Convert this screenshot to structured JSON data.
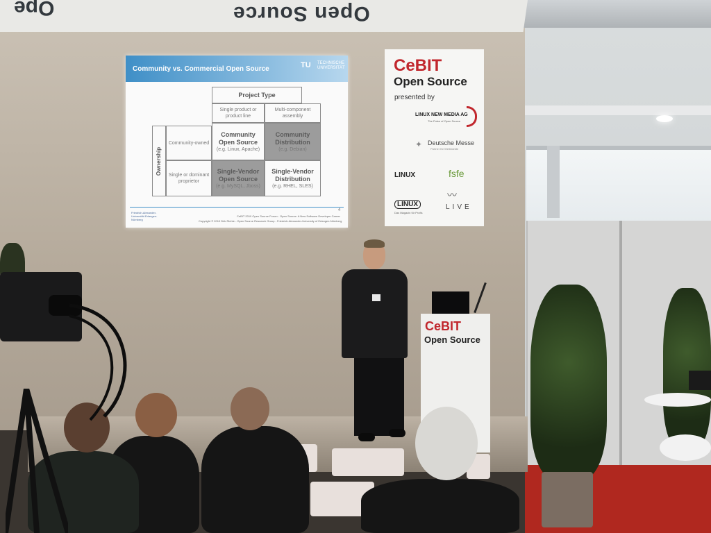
{
  "banner_top": {
    "text": "Open Source",
    "text_left": "Ope"
  },
  "slide": {
    "title": "Community vs. Commercial Open Source",
    "logo": "TU",
    "logo_sub": "TECHNISCHE UNIVERSITÄT",
    "header_project_type": "Project Type",
    "col1": "Single product or product line",
    "col2": "Multi-component assembly",
    "row_axis": "Ownership",
    "row1": "Community-owned",
    "row2": "Single or dominant proprietor",
    "cells": {
      "c11_title": "Community Open Source",
      "c11_sub": "(e.g. Linux, Apache)",
      "c12_title": "Community Distribution",
      "c12_sub": "(e.g. Debian)",
      "c21_title": "Single-Vendor Open Source",
      "c21_sub": "(e.g. MySQL, Jboss)",
      "c22_title": "Single-Vendor Distribution",
      "c22_sub": "(e.g. RHEL, SLES)"
    },
    "page": "4",
    "footer1": "CeBIT 2010 Open Source Forum - Open Source: A New Software Developer Career",
    "footer2": "Copyright © 2010 Dirk Riehle - Open Source Research Group - Friedrich-Alexander-University of Erlangen-Nürnberg",
    "uni": "Friedrich-Alexander-Universität Erlangen-Nürnberg"
  },
  "cebit_banner": {
    "brand": "CeBIT",
    "title": "Open Source",
    "presented": "presented by",
    "sponsor1": "LINUX NEW MEDIA AG",
    "sponsor1_sub": "The Pulse of Open Source",
    "sponsor2": "Deutsche Messe",
    "sponsor2_sub": "Partner für Weltmärkte",
    "sponsor3": "LINUX",
    "sponsor4": "fsfe",
    "sponsor5": "LINUX",
    "sponsor5_sub": "Das Magazin für Profis",
    "sponsor6": "LIVE"
  },
  "lectern": {
    "brand": "CeBIT",
    "title": "Open Source"
  },
  "colors": {
    "cebit_red": "#c1272d",
    "slide_blue": "#3f8fc7",
    "carpet_red": "#b0281f"
  }
}
